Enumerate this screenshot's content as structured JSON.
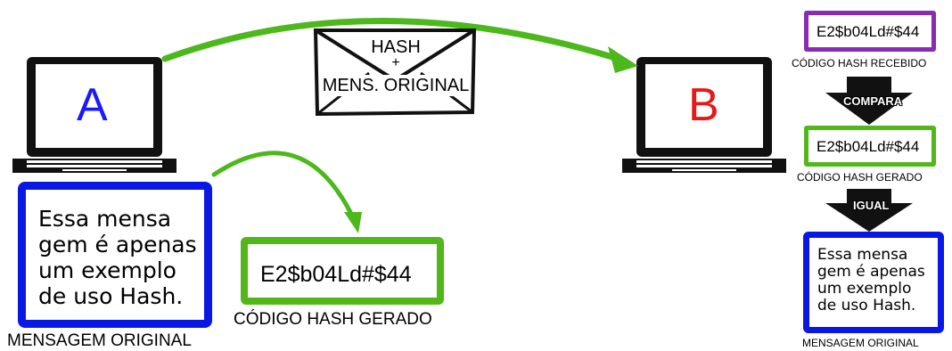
{
  "laptop_a": {
    "label": "A",
    "color": "#1a1aff"
  },
  "laptop_b": {
    "label": "B",
    "color": "#e81818"
  },
  "envelope": {
    "line1": "HASH",
    "line2": "+",
    "line3": "MENS. ORIGINAL"
  },
  "sender": {
    "message": [
      "Essa mensa",
      "gem é apenas",
      "um exemplo",
      "de uso Hash."
    ],
    "message_caption": "MENSAGEM ORIGINAL",
    "hash_value": "E2$b04Ld#$44",
    "hash_caption": "CÓDIGO HASH GERADO"
  },
  "receiver": {
    "received_hash": "E2$b04Ld#$44",
    "received_caption": "CÓDIGO HASH RECEBIDO",
    "compare_label": "COMPARA",
    "generated_hash": "E2$b04Ld#$44",
    "generated_caption": "CÓDIGO HASH GERADO",
    "equal_label": "IGUAL",
    "message": [
      "Essa mensa",
      "gem é apenas",
      "um exemplo",
      "de uso Hash."
    ],
    "message_caption": "MENSAGEM ORIGINAL"
  },
  "colors": {
    "blue": "#0a18e6",
    "green": "#52b81a",
    "purple": "#8a2bb5",
    "arrow_green": "#4cb81c"
  }
}
